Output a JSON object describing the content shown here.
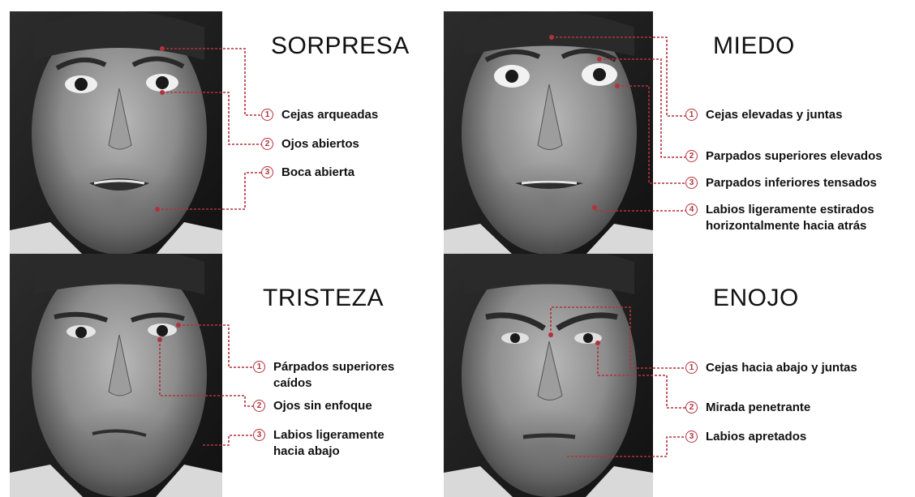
{
  "panels": {
    "sorpresa": {
      "title": "SORPRESA",
      "features": [
        {
          "num": "1",
          "text": "Cejas arqueadas"
        },
        {
          "num": "2",
          "text": "Ojos abiertos"
        },
        {
          "num": "3",
          "text": "Boca abierta"
        }
      ]
    },
    "miedo": {
      "title": "MIEDO",
      "features": [
        {
          "num": "1",
          "text": "Cejas elevadas y juntas"
        },
        {
          "num": "2",
          "text": "Parpados superiores elevados"
        },
        {
          "num": "3",
          "text": "Parpados inferiores tensados"
        },
        {
          "num": "4",
          "text": "Labios ligeramente estirados\nhorizontalmente hacia atrás"
        }
      ]
    },
    "tristeza": {
      "title": "TRISTEZA",
      "features": [
        {
          "num": "1",
          "text": "Párpados superiores\ncaídos"
        },
        {
          "num": "2",
          "text": "Ojos sin enfoque"
        },
        {
          "num": "3",
          "text": "Labios ligeramente\nhacia abajo"
        }
      ]
    },
    "enojo": {
      "title": "ENOJO",
      "features": [
        {
          "num": "1",
          "text": "Cejas hacia abajo y juntas"
        },
        {
          "num": "2",
          "text": "Mirada penetrante"
        },
        {
          "num": "3",
          "text": "Labios apretados"
        }
      ]
    }
  },
  "colors": {
    "leader": "#b2323c",
    "photo_dark": "#1a1a1a",
    "skin_mid": "#8a8a8a"
  }
}
